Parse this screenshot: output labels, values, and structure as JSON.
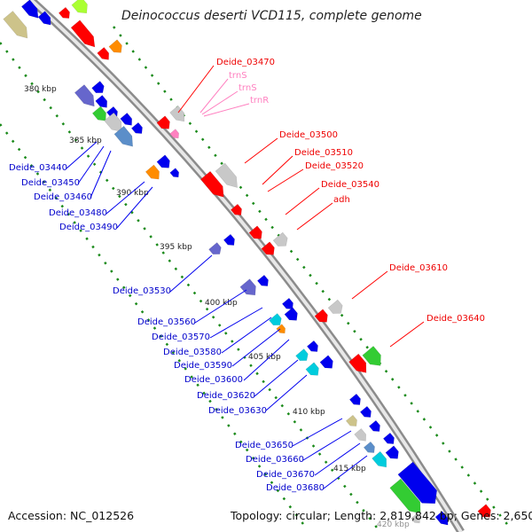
{
  "title": "Deinococcus deserti VCD115, complete genome",
  "footer": {
    "accession": "Accession: NC_012526",
    "topology": "Topology: circular; Length: 2,819,842 bp; Genes: 2,650"
  },
  "ticks": [
    "380 kbp",
    "385 kbp",
    "390 kbp",
    "395 kbp",
    "400 kbp",
    "405 kbp",
    "410 kbp",
    "415 kbp",
    "420 kbp"
  ],
  "labels_red": [
    "Deide_03470",
    "Deide_03500",
    "Deide_03510",
    "Deide_03520",
    "Deide_03540",
    "adh",
    "Deide_03610",
    "Deide_03640"
  ],
  "labels_pink": [
    "trnS",
    "trnS",
    "trnR"
  ],
  "labels_blue": [
    "Deide_03440",
    "Deide_03450",
    "Deide_03460",
    "Deide_03480",
    "Deide_03490",
    "Deide_03530",
    "Deide_03560",
    "Deide_03570",
    "Deide_03580",
    "Deide_03590",
    "Deide_03600",
    "Deide_03620",
    "Deide_03630",
    "Deide_03650",
    "Deide_03660",
    "Deide_03670",
    "Deide_03680"
  ],
  "colors": {
    "backbone": "#8c8c8c",
    "red": "#ff0000",
    "pink": "#ff80c0",
    "blue": "#0000ee",
    "navy": "#0000aa",
    "green_dots": "#1a8a1a",
    "khaki": "#cdc38a",
    "gray": "#c8c8c8",
    "slate": "#6666cc",
    "steel": "#5b8ec9",
    "orange": "#ff8c00",
    "cyan": "#00ccdd",
    "green": "#33cc33",
    "lime": "#aaff33",
    "teal": "#009999"
  },
  "icons": [
    "cds-arrow-icon",
    "rna-arrow-icon"
  ]
}
